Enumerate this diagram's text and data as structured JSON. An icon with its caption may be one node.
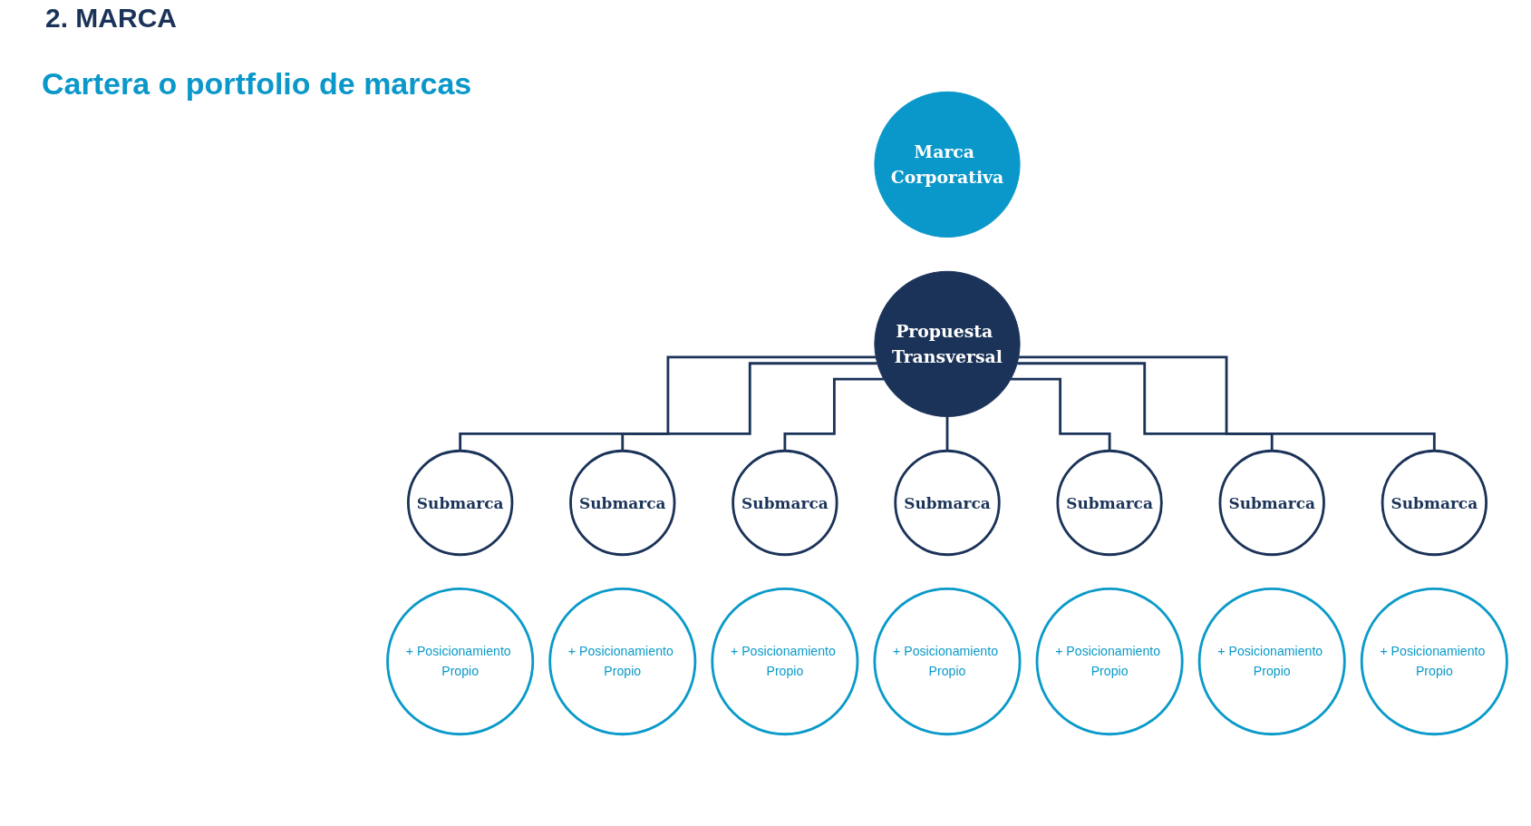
{
  "diagram": {
    "title": "2. MARCA",
    "nodes": [
      {
        "text": [
          "Marca Corporativa"
        ]
      },
      {
        "text": [
          "Propuesta Transversal"
        ]
      },
      {
        "text": [
          "Submarca"
        ]
      },
      {
        "text": [
          "Submarca"
        ]
      },
      {
        "text": [
          "Submarca"
        ]
      },
      {
        "text": [
          "Submarca"
        ]
      },
      {
        "text": [
          "Submarca"
        ]
      },
      {
        "text": [
          "Submarca"
        ]
      },
      {
        "text": [
          "Submarca"
        ]
      },
      {
        "text": [
          "+ Posicionamiento Propio"
        ]
      },
      {
        "text": [
          "+ Posicionamiento Propio"
        ]
      },
      {
        "text": [
          "+ Posicionamiento Propio"
        ]
      },
      {
        "text": [
          "+ Posicionamiento Propio"
        ]
      },
      {
        "text": [
          "+ Posicionamiento Propio"
        ]
      },
      {
        "text": [
          "+ Posicionamiento Propio"
        ]
      },
      {
        "text": [
          "+ Posicionamiento Propio"
        ]
      }
    ],
    "edges": [
      {
        "from": 1,
        "to": 2,
        "arrow": "none"
      },
      {
        "from": 1,
        "to": 3,
        "arrow": "none"
      },
      {
        "from": 1,
        "to": 4,
        "arrow": "none"
      },
      {
        "from": 1,
        "to": 5,
        "arrow": "none"
      },
      {
        "from": 1,
        "to": 6,
        "arrow": "none"
      },
      {
        "from": 1,
        "to": 7,
        "arrow": "none"
      },
      {
        "from": 1,
        "to": 8,
        "arrow": "none"
      }
    ],
    "labels": [
      "Cartera o portfolio de marcas"
    ]
  }
}
